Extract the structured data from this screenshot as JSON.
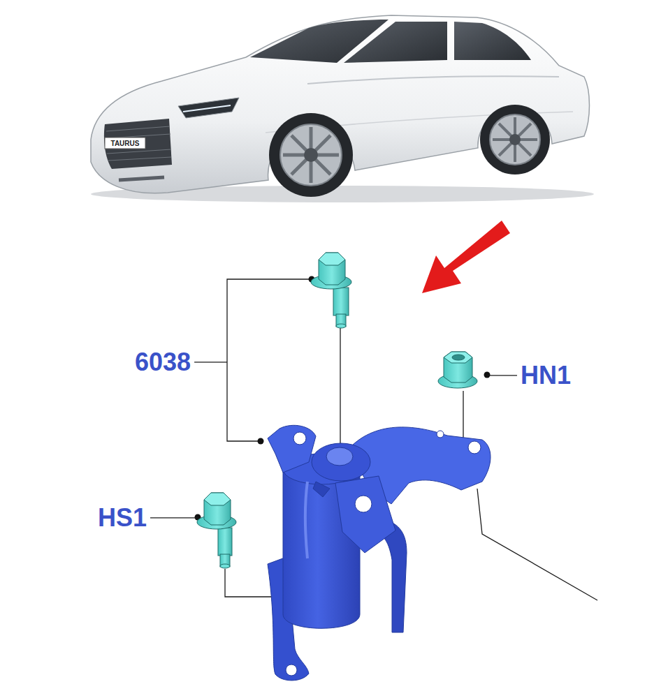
{
  "diagram": {
    "labels": [
      "TAURUS",
      "6038",
      "HN1",
      "HS1"
    ]
  }
}
